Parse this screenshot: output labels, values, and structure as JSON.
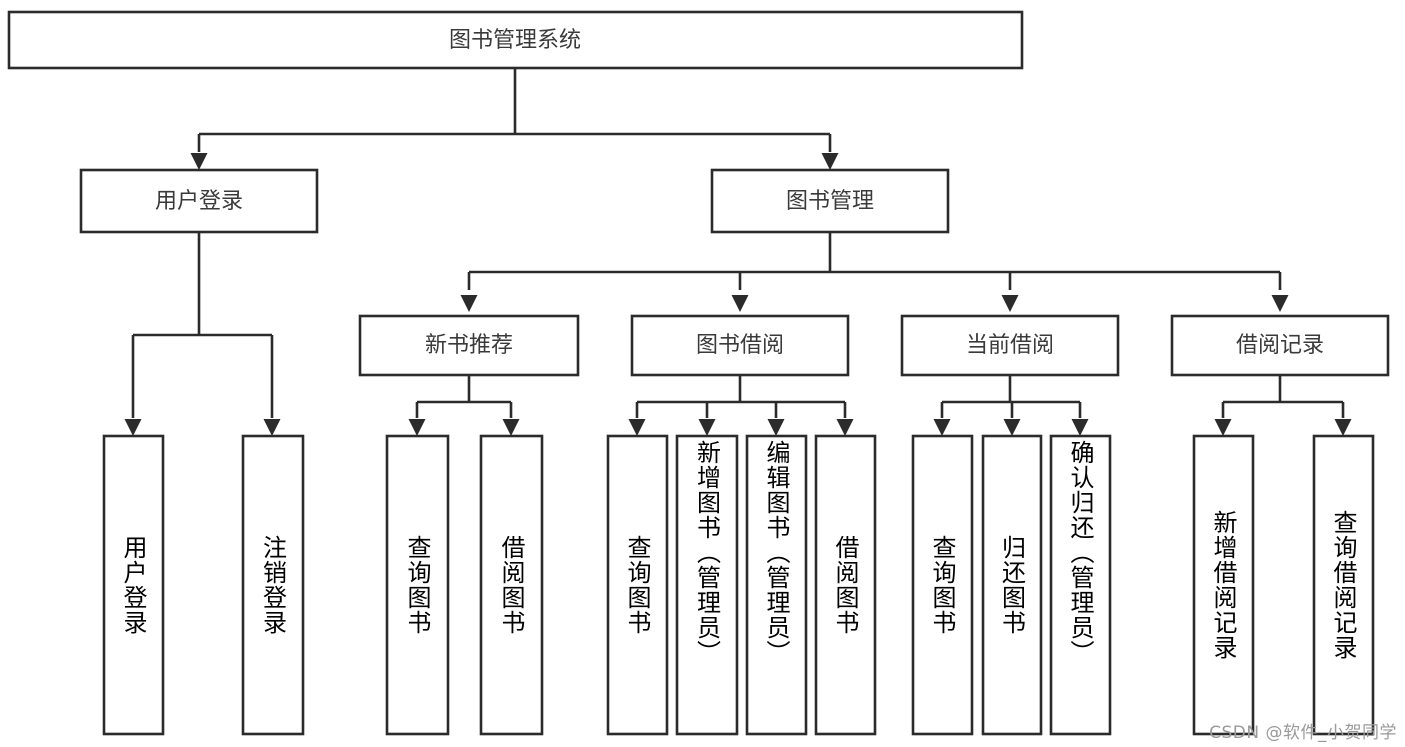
{
  "diagram": {
    "type": "tree",
    "title": "图书管理系统",
    "root": {
      "id": "root",
      "label": "图书管理系统"
    },
    "level2": [
      {
        "id": "user-login",
        "label": "用户登录"
      },
      {
        "id": "book-mgmt",
        "label": "图书管理"
      }
    ],
    "level3": [
      {
        "id": "new-book-rec",
        "label": "新书推荐"
      },
      {
        "id": "book-borrow",
        "label": "图书借阅"
      },
      {
        "id": "current-borrow",
        "label": "当前借阅"
      },
      {
        "id": "borrow-record",
        "label": "借阅记录"
      }
    ],
    "leaves": {
      "user_login": [
        {
          "id": "leaf-user-login",
          "label": "用户登录"
        },
        {
          "id": "leaf-logout",
          "label": "注销登录"
        }
      ],
      "new_book_rec": [
        {
          "id": "leaf-query-book-1",
          "label": "查询图书"
        },
        {
          "id": "leaf-borrow-book-1",
          "label": "借阅图书"
        }
      ],
      "book_borrow": [
        {
          "id": "leaf-query-book-2",
          "label": "查询图书"
        },
        {
          "id": "leaf-add-book",
          "label": "新增图书（管理员）"
        },
        {
          "id": "leaf-edit-book",
          "label": "编辑图书（管理员）"
        },
        {
          "id": "leaf-borrow-book-2",
          "label": "借阅图书"
        }
      ],
      "current_borrow": [
        {
          "id": "leaf-query-book-3",
          "label": "查询图书"
        },
        {
          "id": "leaf-return-book",
          "label": "归还图书"
        },
        {
          "id": "leaf-confirm-return",
          "label": "确认归还（管理员）"
        }
      ],
      "borrow_record": [
        {
          "id": "leaf-add-record",
          "label": "新增借阅记录"
        },
        {
          "id": "leaf-query-record",
          "label": "查询借阅记录"
        }
      ]
    },
    "colors": {
      "box_fill": "#ffffff",
      "box_stroke": "#2b2b2b",
      "connector": "#2b2b2b",
      "text": "#3a3a3a",
      "background": "#ffffff",
      "watermark": "#9a9a9a"
    }
  },
  "watermark": {
    "text": "CSDN @软件_小贺同学"
  }
}
